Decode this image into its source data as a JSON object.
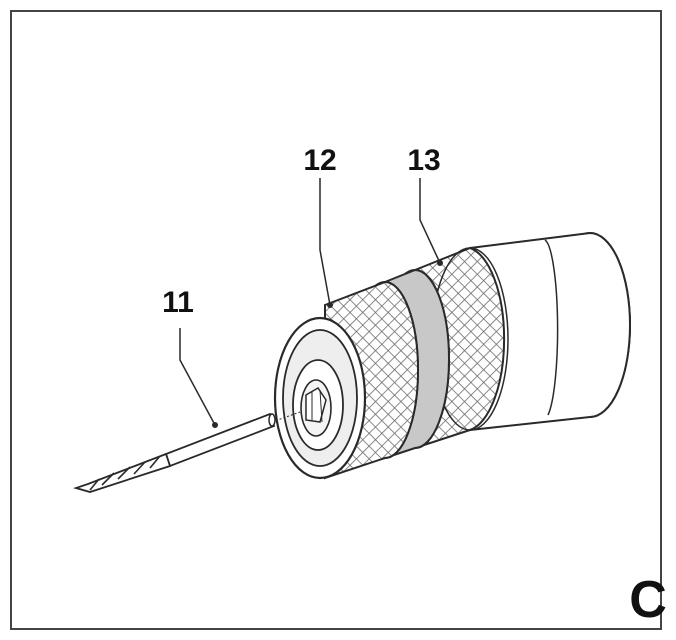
{
  "figure": {
    "panel_letter": "C",
    "callouts": [
      {
        "id": "drill-bit",
        "label": "11"
      },
      {
        "id": "front-sleeve",
        "label": "12"
      },
      {
        "id": "rear-sleeve",
        "label": "13"
      }
    ]
  },
  "colors": {
    "line": "#2a2a2a",
    "fill": "#ffffff",
    "shade": "#c8c8c8",
    "knurl": "#6e6e6e"
  }
}
